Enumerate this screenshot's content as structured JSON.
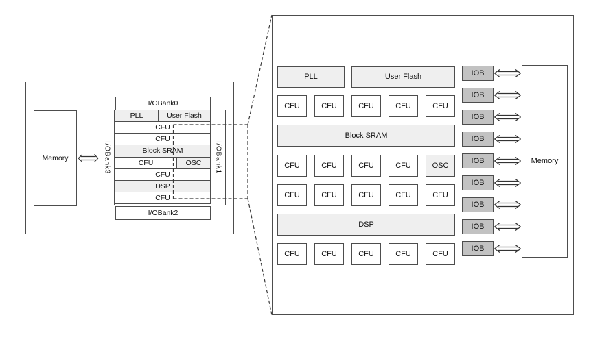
{
  "colors": {
    "background": "#ffffff",
    "box_border": "#4d4d4d",
    "shaded_block_fill": "#efefef",
    "iob_fill": "#c2c2c2",
    "dashed_line": "#3a3a3a",
    "arrow_line": "#333333"
  },
  "left_panel": {
    "memory_label": "Memory",
    "iobank0_label": "I/OBank0",
    "iobank1_label": "I/OBank1",
    "iobank2_label": "I/OBank2",
    "iobank3_label": "I/OBank3",
    "rows": [
      {
        "cells": [
          "PLL",
          "User Flash"
        ]
      },
      {
        "cells": [
          "CFU"
        ]
      },
      {
        "cells": [
          "CFU"
        ]
      },
      {
        "cells": [
          "Block SRAM"
        ]
      },
      {
        "cells": [
          "CFU",
          "OSC"
        ]
      },
      {
        "cells": [
          "CFU"
        ]
      },
      {
        "cells": [
          "DSP"
        ]
      },
      {
        "cells": [
          "CFU"
        ]
      }
    ]
  },
  "right_panel": {
    "top_blocks": [
      "PLL",
      "User Flash"
    ],
    "wide_blocks": [
      "Block SRAM",
      "DSP"
    ],
    "cfu_rows": [
      [
        "CFU",
        "CFU",
        "CFU",
        "CFU",
        "CFU"
      ],
      [
        "CFU",
        "CFU",
        "CFU",
        "CFU",
        "OSC"
      ],
      [
        "CFU",
        "CFU",
        "CFU",
        "CFU",
        "CFU"
      ],
      [
        "CFU",
        "CFU",
        "CFU",
        "CFU",
        "CFU"
      ]
    ],
    "iob_labels": [
      "IOB",
      "IOB",
      "IOB",
      "IOB",
      "IOB",
      "IOB",
      "IOB",
      "IOB",
      "IOB"
    ],
    "memory_label": "Memory"
  }
}
